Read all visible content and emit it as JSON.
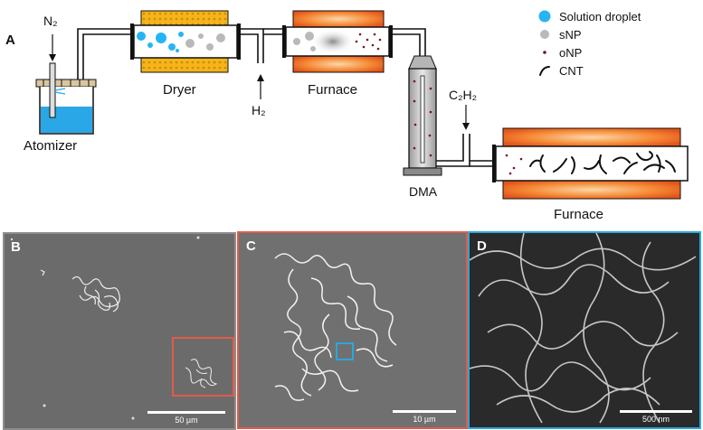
{
  "panels": {
    "a": "A",
    "b": "B",
    "c": "C",
    "d": "D"
  },
  "schematic": {
    "n2": "N₂",
    "atomizer": "Atomizer",
    "dryer": "Dryer",
    "h2": "H₂",
    "furnace_1": "Furnace",
    "c2h2": "C₂H₂",
    "dma": "DMA",
    "furnace_2": "Furnace"
  },
  "legend": [
    {
      "label": "Solution droplet",
      "marker": "blue-dot",
      "color": "#27b4f2"
    },
    {
      "label": "sNP",
      "marker": "grey-dot",
      "color": "#b9b9b9"
    },
    {
      "label": "oNP",
      "marker": "dark-red-dot",
      "color": "#7a1020"
    },
    {
      "label": "CNT",
      "marker": "black-arc",
      "color": "#111111"
    }
  ],
  "micrographs": [
    {
      "id": "B",
      "scale_label": "50 µm",
      "frame_color": "#8d8d8d",
      "inset_color": "#e35a4a"
    },
    {
      "id": "C",
      "scale_label": "10 µm",
      "frame_color": "#e35a4a",
      "inset_color": "#2aa7dd"
    },
    {
      "id": "D",
      "scale_label": "500 nm",
      "frame_color": "#2aa7dd"
    }
  ],
  "colors": {
    "dryer_fill": "#f4b41a",
    "furnace_orange": "#f06a1c",
    "water": "#29a7e6",
    "tube": "#111111"
  }
}
